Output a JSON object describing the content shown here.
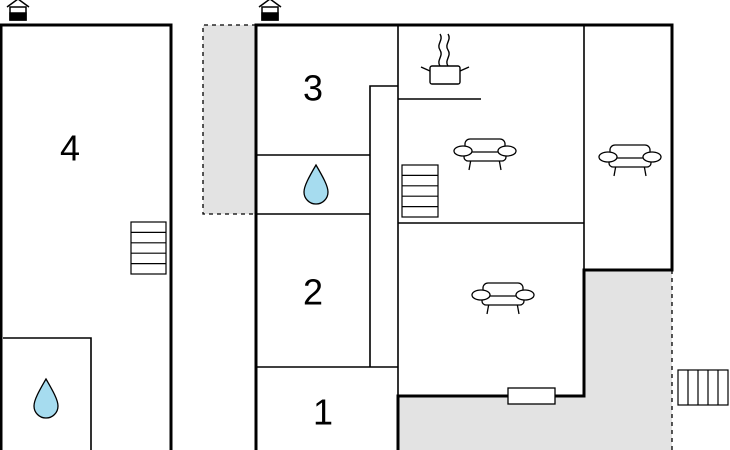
{
  "plan": {
    "rooms": [
      {
        "id": "room-4",
        "number": "4"
      },
      {
        "id": "room-3",
        "number": "3"
      },
      {
        "id": "room-2",
        "number": "2"
      },
      {
        "id": "room-1",
        "number": "1"
      }
    ],
    "icons": {
      "bathroom": "water-drop-icon",
      "kitchen": "cooking-pot-icon",
      "living": "sofa-icon",
      "stairs": "staircase-icon",
      "entrance": "house-entrance-icon"
    },
    "colors": {
      "wall": "#000000",
      "terrace": "#e3e3e3",
      "water": "#a6dcef"
    }
  }
}
